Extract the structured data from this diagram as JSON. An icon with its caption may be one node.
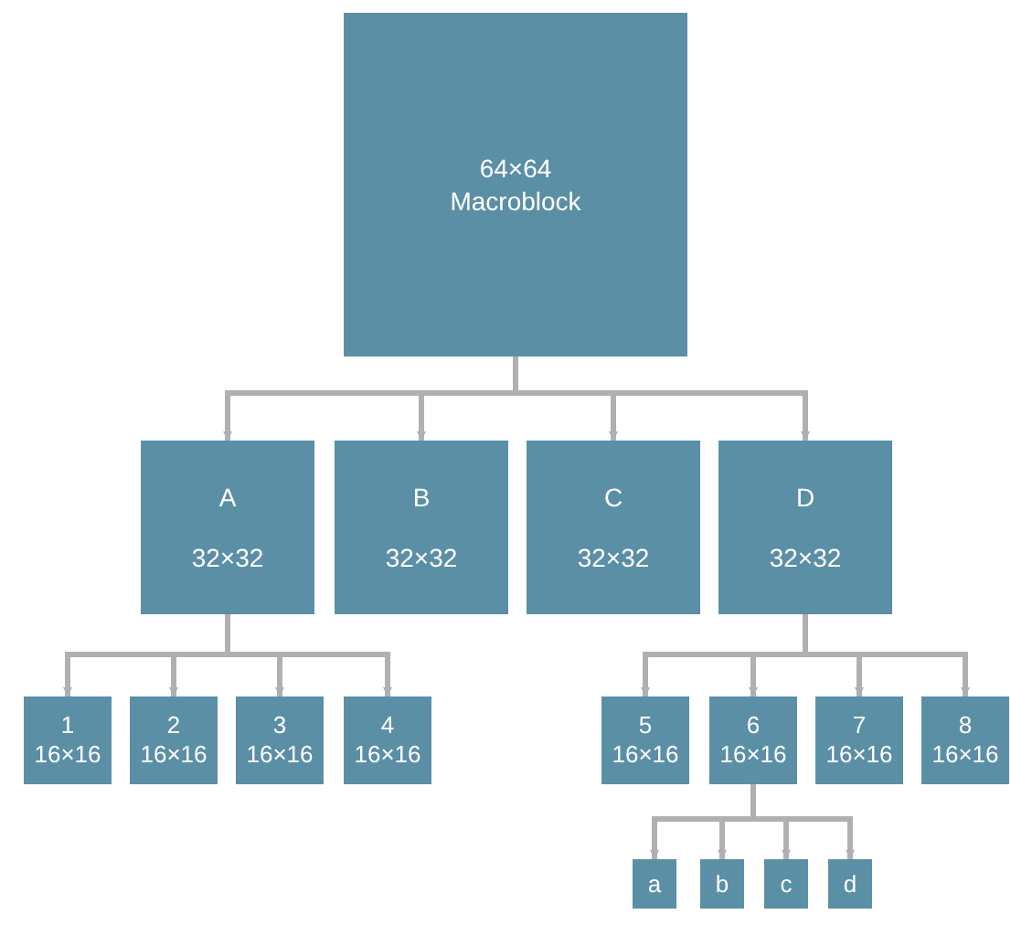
{
  "diagram": {
    "nodes": [
      {
        "text": [
          "64×64",
          "Macroblock"
        ]
      },
      {
        "text": [
          "A",
          "32×32"
        ]
      },
      {
        "text": [
          "B",
          "32×32"
        ]
      },
      {
        "text": [
          "C",
          "32×32"
        ]
      },
      {
        "text": [
          "D",
          "32×32"
        ]
      },
      {
        "text": [
          "1",
          "16×16"
        ]
      },
      {
        "text": [
          "2",
          "16×16"
        ]
      },
      {
        "text": [
          "3",
          "16×16"
        ]
      },
      {
        "text": [
          "4",
          "16×16"
        ]
      },
      {
        "text": [
          "5",
          "16×16"
        ]
      },
      {
        "text": [
          "6",
          "16×16"
        ]
      },
      {
        "text": [
          "7",
          "16×16"
        ]
      },
      {
        "text": [
          "8",
          "16×16"
        ]
      },
      {
        "text": [
          "a"
        ]
      },
      {
        "text": [
          "b"
        ]
      },
      {
        "text": [
          "c"
        ]
      },
      {
        "text": [
          "d"
        ]
      }
    ],
    "edges": [
      {
        "from": 0,
        "to": 1,
        "arrow": "to"
      },
      {
        "from": 0,
        "to": 2,
        "arrow": "to"
      },
      {
        "from": 0,
        "to": 3,
        "arrow": "to"
      },
      {
        "from": 0,
        "to": 4,
        "arrow": "to"
      },
      {
        "from": 1,
        "to": 5,
        "arrow": "to"
      },
      {
        "from": 1,
        "to": 6,
        "arrow": "to"
      },
      {
        "from": 1,
        "to": 7,
        "arrow": "to"
      },
      {
        "from": 1,
        "to": 8,
        "arrow": "to"
      },
      {
        "from": 4,
        "to": 9,
        "arrow": "to"
      },
      {
        "from": 4,
        "to": 10,
        "arrow": "to"
      },
      {
        "from": 4,
        "to": 11,
        "arrow": "to"
      },
      {
        "from": 4,
        "to": 12,
        "arrow": "to"
      },
      {
        "from": 10,
        "to": 13,
        "arrow": "to"
      },
      {
        "from": 10,
        "to": 14,
        "arrow": "to"
      },
      {
        "from": 10,
        "to": 15,
        "arrow": "to"
      },
      {
        "from": 10,
        "to": 16,
        "arrow": "to"
      }
    ]
  }
}
